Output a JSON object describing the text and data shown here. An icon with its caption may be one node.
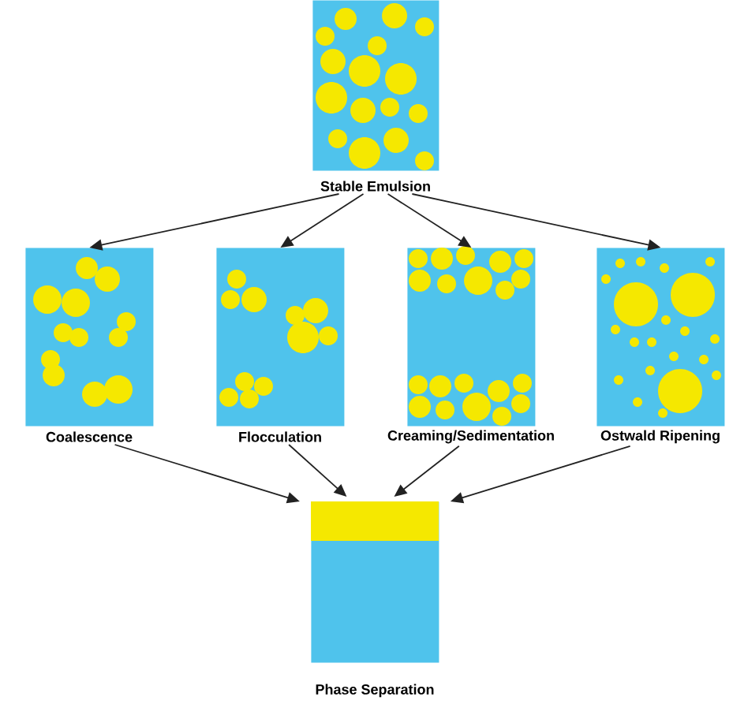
{
  "diagram": {
    "nodes": [
      {
        "text": [
          "Stable Emulsion"
        ]
      },
      {
        "text": [
          "Coalescence"
        ]
      },
      {
        "text": [
          "Flocculation"
        ]
      },
      {
        "text": [
          "Creaming/Sedimentation"
        ]
      },
      {
        "text": [
          "Ostwald Ripening"
        ]
      },
      {
        "text": [
          "Phase Separation"
        ]
      }
    ],
    "edges": [
      {
        "from": 0,
        "to": 1,
        "arrow": "to"
      },
      {
        "from": 0,
        "to": 2,
        "arrow": "to"
      },
      {
        "from": 0,
        "to": 3,
        "arrow": "to"
      },
      {
        "from": 0,
        "to": 4,
        "arrow": "to"
      },
      {
        "from": 1,
        "to": 5,
        "arrow": "to"
      },
      {
        "from": 2,
        "to": 5,
        "arrow": "to"
      },
      {
        "from": 3,
        "to": 5,
        "arrow": "to"
      },
      {
        "from": 4,
        "to": 5,
        "arrow": "to"
      }
    ]
  }
}
